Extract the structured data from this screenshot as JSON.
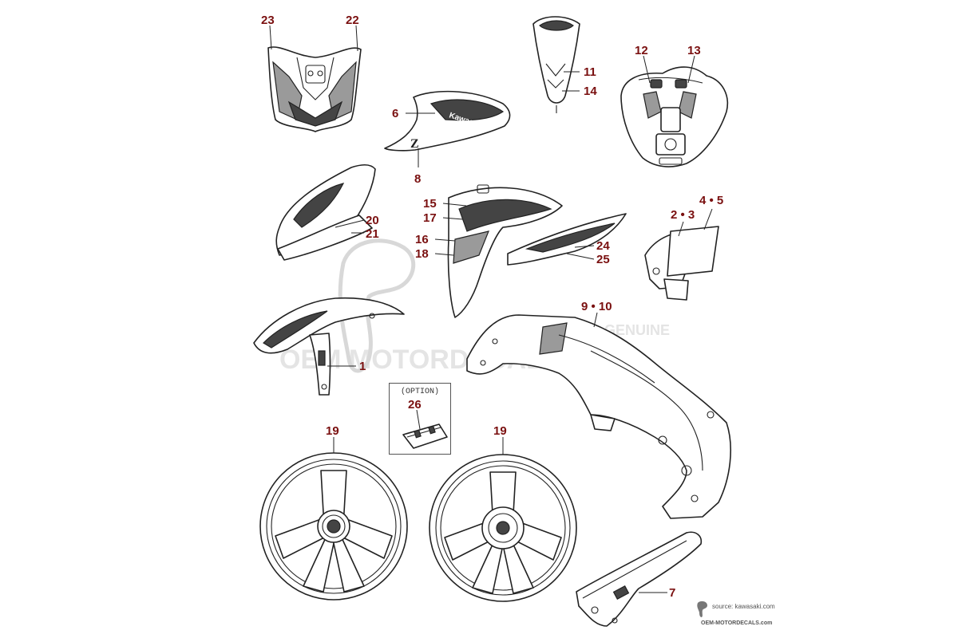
{
  "diagram": {
    "option_label": "(OPTION)",
    "source_text": "source: kawasaki.com",
    "site_text": "OEM-MOTORDECALS.com",
    "watermark_main": "OEM MOTORDECALS.com",
    "watermark_badge": "GENUINE",
    "brand_on_part": "Kawasaki",
    "model_letter": "Z",
    "callouts": {
      "c23": "23",
      "c22": "22",
      "c11": "11",
      "c14": "14",
      "c12": "12",
      "c13": "13",
      "c6": "6",
      "c8": "8",
      "c15": "15",
      "c17": "17",
      "c16": "16",
      "c18": "18",
      "c20": "20",
      "c21": "21",
      "c24": "24",
      "c25": "25",
      "c23b": "2 • 3",
      "c45": "4 • 5",
      "c910": "9 • 10",
      "c1": "1",
      "c26": "26",
      "c19a": "19",
      "c19b": "19",
      "c7": "7"
    }
  }
}
